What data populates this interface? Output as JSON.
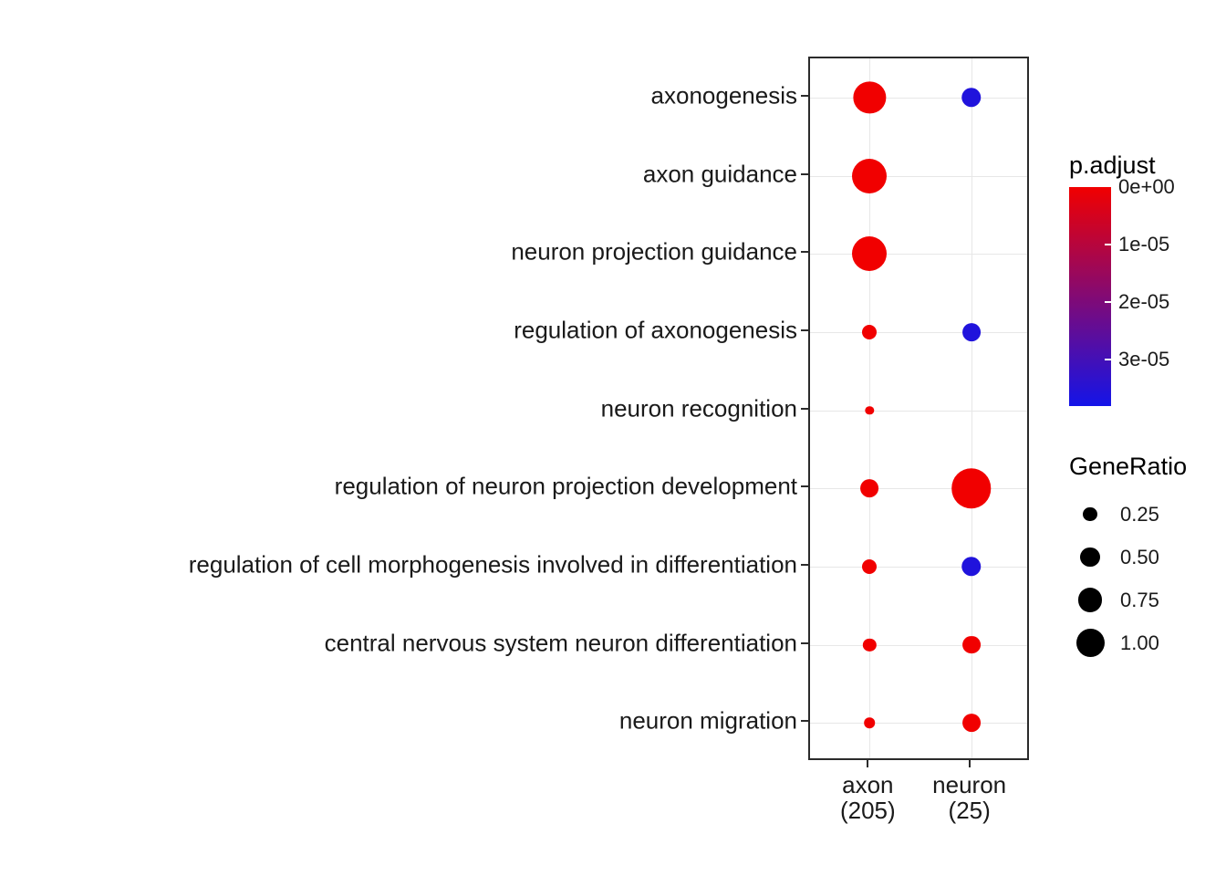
{
  "chart_data": {
    "type": "scatter",
    "subtype": "enrichment-dotplot",
    "title": "",
    "xlabel": "",
    "ylabel": "",
    "x_categories": [
      {
        "label": "axon",
        "count_label": "(205)"
      },
      {
        "label": "neuron",
        "count_label": "(25)"
      }
    ],
    "rows": [
      {
        "label": "axonogenesis",
        "points": [
          {
            "col": "axon",
            "gene_ratio": 0.55,
            "p_adjust": 0
          },
          {
            "col": "neuron",
            "gene_ratio": 0.3,
            "p_adjust": 3.6e-05
          }
        ]
      },
      {
        "label": "axon guidance",
        "points": [
          {
            "col": "axon",
            "gene_ratio": 0.6,
            "p_adjust": 0
          }
        ]
      },
      {
        "label": "neuron projection guidance",
        "points": [
          {
            "col": "axon",
            "gene_ratio": 0.6,
            "p_adjust": 0
          }
        ]
      },
      {
        "label": "regulation of axonogenesis",
        "points": [
          {
            "col": "axon",
            "gene_ratio": 0.2,
            "p_adjust": 0
          },
          {
            "col": "neuron",
            "gene_ratio": 0.27,
            "p_adjust": 3.6e-05
          }
        ]
      },
      {
        "label": "neuron recognition",
        "points": [
          {
            "col": "axon",
            "gene_ratio": 0.08,
            "p_adjust": 0
          }
        ]
      },
      {
        "label": "regulation of neuron projection development",
        "points": [
          {
            "col": "axon",
            "gene_ratio": 0.27,
            "p_adjust": 0
          },
          {
            "col": "neuron",
            "gene_ratio": 0.7,
            "p_adjust": 0
          }
        ]
      },
      {
        "label": "regulation of cell morphogenesis involved in differentiation",
        "points": [
          {
            "col": "axon",
            "gene_ratio": 0.2,
            "p_adjust": 0
          },
          {
            "col": "neuron",
            "gene_ratio": 0.3,
            "p_adjust": 3.6e-05
          }
        ]
      },
      {
        "label": "central nervous system neuron differentiation",
        "points": [
          {
            "col": "axon",
            "gene_ratio": 0.17,
            "p_adjust": 0
          },
          {
            "col": "neuron",
            "gene_ratio": 0.27,
            "p_adjust": 0
          }
        ]
      },
      {
        "label": "neuron migration",
        "points": [
          {
            "col": "axon",
            "gene_ratio": 0.12,
            "p_adjust": 0
          },
          {
            "col": "neuron",
            "gene_ratio": 0.27,
            "p_adjust": 0
          }
        ]
      }
    ],
    "color_scale": {
      "zero_color": "#F10000",
      "max_color": "#1414E8",
      "max_value": 3.8e-05
    },
    "grid": true,
    "legend_position": "right"
  },
  "legend": {
    "p_adjust": {
      "title": "p.adjust",
      "bar_max_value": 3.8e-05,
      "ticks": [
        {
          "label": "0e+00",
          "value": 0
        },
        {
          "label": "1e-05",
          "value": 1e-05
        },
        {
          "label": "2e-05",
          "value": 2e-05
        },
        {
          "label": "3e-05",
          "value": 3e-05
        }
      ]
    },
    "gene_ratio": {
      "title": "GeneRatio",
      "items": [
        {
          "label": "0.25",
          "value": 0.25
        },
        {
          "label": "0.50",
          "value": 0.5
        },
        {
          "label": "0.75",
          "value": 0.75
        },
        {
          "label": "1.00",
          "value": 1.0
        }
      ]
    }
  }
}
